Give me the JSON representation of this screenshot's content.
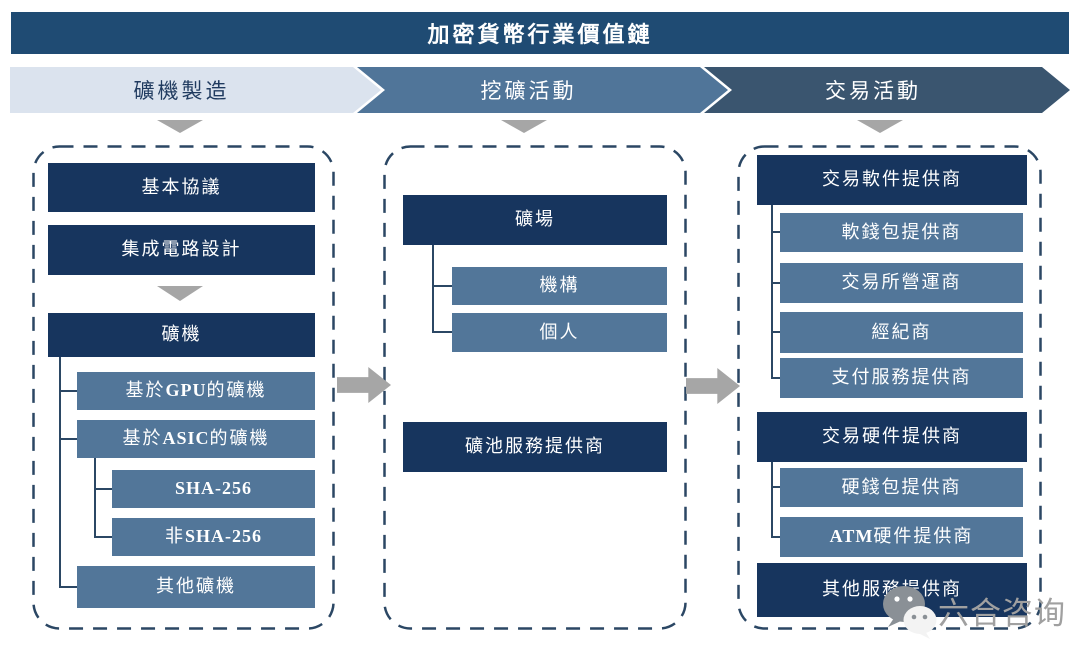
{
  "title": "加密貨幣行業價值鏈",
  "stages": {
    "manufacturing": "礦機製造",
    "mining": "挖礦活動",
    "trading": "交易活動"
  },
  "left": {
    "basic_protocol": "基本協議",
    "ic_design": "集成電路設計",
    "mining_machine": "礦機",
    "gpu": {
      "pre": "基於",
      "bold": "GPU",
      "post": "的礦機"
    },
    "asic": {
      "pre": "基於",
      "bold": "ASIC",
      "post": "的礦機"
    },
    "sha256": {
      "bold": "SHA-256"
    },
    "non_sha256": {
      "pre": "非",
      "bold": "SHA-256"
    },
    "other_machines": "其他礦機"
  },
  "middle": {
    "mining_farm": "礦場",
    "institution": "機構",
    "individual": "個人",
    "pool_service": "礦池服務提供商"
  },
  "right": {
    "trading_software": "交易軟件提供商",
    "soft_wallet": "軟錢包提供商",
    "exchange_operator": "交易所營運商",
    "broker": "經紀商",
    "payment_service": "支付服務提供商",
    "trading_hardware": "交易硬件提供商",
    "hard_wallet": "硬錢包提供商",
    "atm_hardware": {
      "bold": "ATM",
      "post": "硬件提供商"
    },
    "other_service": "其他服務提供商"
  },
  "watermark": {
    "label": "六合咨询",
    "icon": "wechat-icon"
  },
  "colors": {
    "banner": "#1F4B73",
    "dark_box": "#17355E",
    "medium_box": "#527699",
    "stage_light": "#DBE3EE",
    "stage_medium": "#507599",
    "stage_dark": "#3A556F",
    "arrow_gray": "#A6A6A6",
    "border_navy": "#2B4764",
    "watermark_gray": "#A0A0A0"
  }
}
